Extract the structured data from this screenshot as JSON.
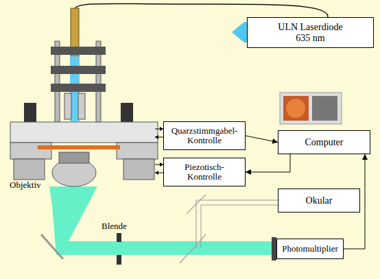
{
  "diagram": {
    "nodes": [
      {
        "text": [
          "ULN Laserdiode 635 nm"
        ]
      },
      {
        "text": [
          "Quarzstimmgabel-Kontrolle"
        ]
      },
      {
        "text": [
          "Piezotisch-Kontrolle"
        ]
      },
      {
        "text": [
          "Computer"
        ]
      },
      {
        "text": [
          "Okular"
        ]
      },
      {
        "text": [
          "Photomultiplier"
        ]
      }
    ],
    "edges": [
      {
        "from": 1,
        "to": 3,
        "arrow": "to"
      },
      {
        "from": 3,
        "to": 2,
        "arrow": "to"
      },
      {
        "from": 5,
        "to": 3,
        "arrow": "to"
      }
    ],
    "labels": [
      "Objektiv",
      "Blende"
    ]
  }
}
